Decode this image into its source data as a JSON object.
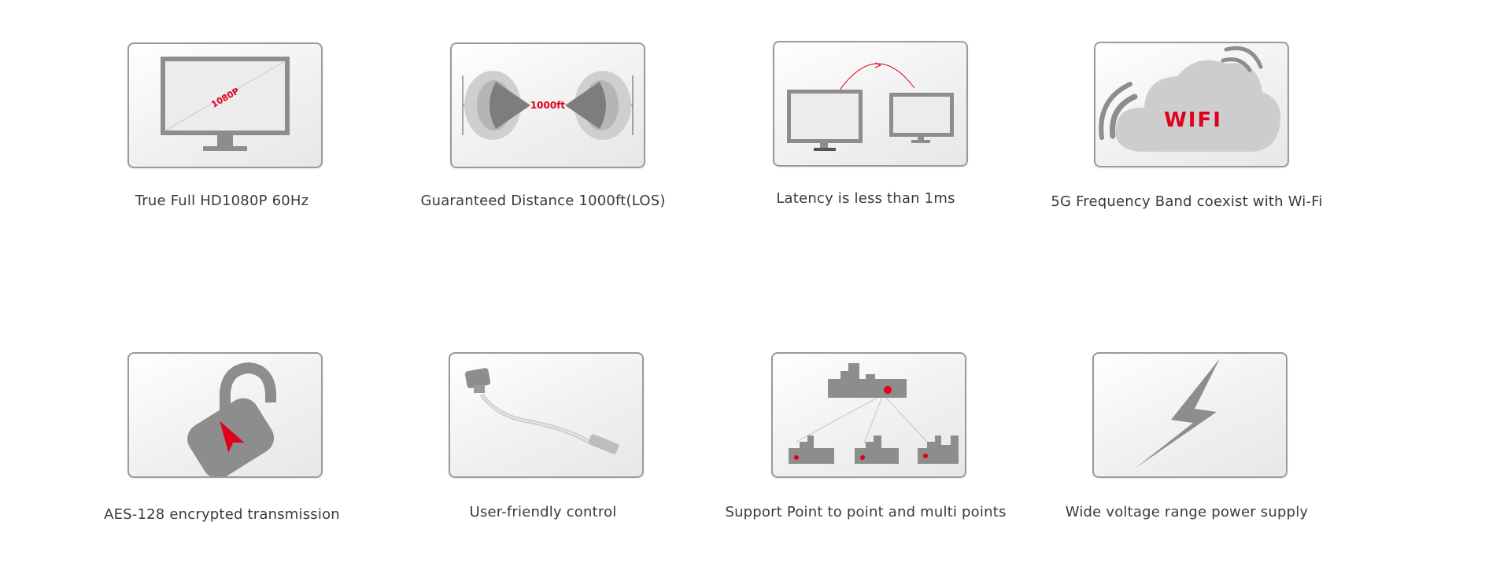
{
  "features": [
    {
      "caption": "True Full HD1080P 60Hz",
      "icon": "monitor-1080p-icon",
      "icon_label": "1080P"
    },
    {
      "caption": "Guaranteed Distance 1000ft(LOS)",
      "icon": "distance-icon",
      "icon_label": "1000ft"
    },
    {
      "caption": "Latency is less than 1ms",
      "icon": "latency-monitors-icon"
    },
    {
      "caption": "5G Frequency Band coexist with Wi-Fi",
      "icon": "wifi-cloud-icon",
      "icon_label": "WIFI"
    },
    {
      "caption": "AES-128 encrypted transmission",
      "icon": "padlock-icon"
    },
    {
      "caption": "User-friendly control",
      "icon": "cable-icon"
    },
    {
      "caption": "Support Point to point and multi points",
      "icon": "multi-point-icon"
    },
    {
      "caption": "Wide voltage range power supply",
      "icon": "lightning-bolt-icon"
    }
  ],
  "colors": {
    "accent": "#e0001b",
    "icon_gray": "#8e8e8e",
    "border": "#9a9a9a"
  }
}
